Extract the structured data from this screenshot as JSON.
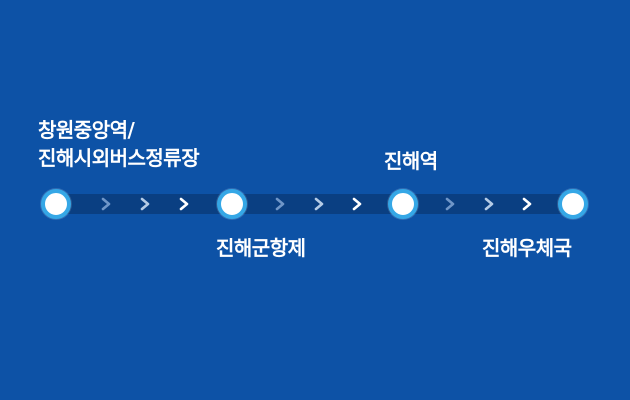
{
  "stops": [
    {
      "label_lines": [
        "창원중앙역/",
        "진해시외버스정류장"
      ]
    },
    {
      "label_lines": [
        "진해군항제"
      ]
    },
    {
      "label_lines": [
        "진해역"
      ]
    },
    {
      "label_lines": [
        "진해우체국"
      ]
    }
  ],
  "colors": {
    "background": "#0d52a6",
    "track": "#0a3f82",
    "stop_fill": "#ffffff",
    "stop_ring": "#35a7e6",
    "arrow_faint": "#6f96c8",
    "arrow_mid": "#b4cbe6",
    "arrow_bright": "#ffffff",
    "text": "#ffffff"
  },
  "icons": {
    "stop_marker": "circle-stop-icon",
    "direction_arrow": "chevron-right-icon"
  }
}
